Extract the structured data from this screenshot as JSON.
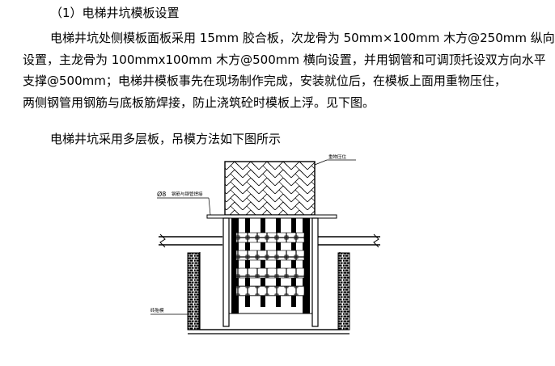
{
  "section": {
    "heading": "（1）电梯井坑模板设置"
  },
  "paragraph1": {
    "lines": [
      "电梯井坑处侧模板面板采用 15mm 胶合板，次龙骨为 50mm×100mm 木方@250mm 纵向",
      "设置，主龙骨为 100mmx100mm 木方@500mm 横向设置，并用钢管和可调顶托设双方向水平",
      "支撑@500mm；电梯井模板事先在现场制作完成，安装就位后，在模板上面用重物压住，",
      "两侧钢管用钢筋与底板筋焊接，防止浇筑砼时模板上浮。见下图。"
    ]
  },
  "paragraph2": {
    "text": "电梯井坑采用多层板，吊模方法如下图所示"
  },
  "figure": {
    "label_weight": "重物压住",
    "label_rebar_prefix": "Ø8",
    "label_rebar": "钢筋与钢管焊接",
    "label_wall": "砖胎模"
  }
}
